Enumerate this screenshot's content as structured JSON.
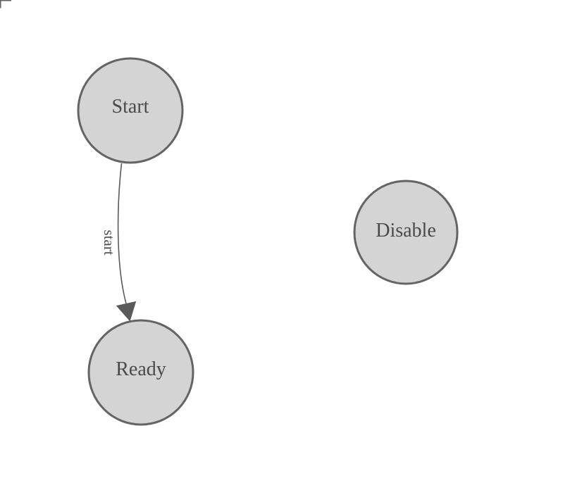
{
  "diagram": {
    "type": "state-machine-graph",
    "nodes": [
      {
        "id": "start-state",
        "label": "Start"
      },
      {
        "id": "ready-state",
        "label": "Ready"
      },
      {
        "id": "disable-state",
        "label": "Disable"
      }
    ],
    "edges": [
      {
        "label": "start",
        "from": "Start",
        "to": "Ready"
      }
    ],
    "colors": {
      "background": "#ffffff",
      "node_fill": "#d4d4d4",
      "node_stroke": "#646464",
      "node_label": "#4a4a4a",
      "edge_stroke": "#5a5a5a",
      "edge_label": "#4a4a4a",
      "corner_mark": "#5f5f5f"
    }
  }
}
